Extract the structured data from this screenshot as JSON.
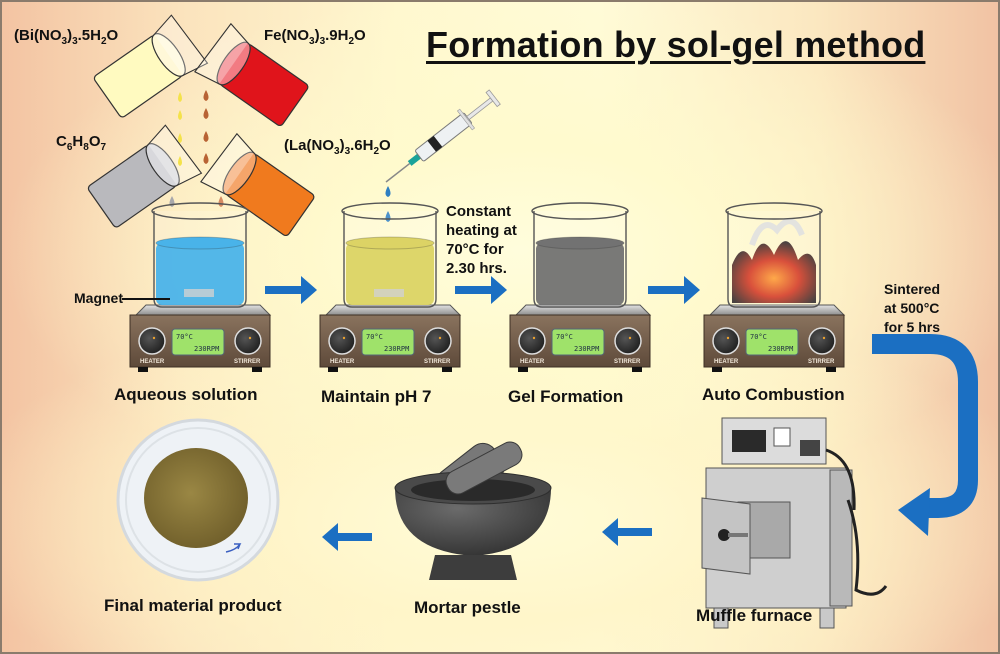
{
  "title": "Formation by sol-gel method",
  "reagents": [
    {
      "name": "bismuth-nitrate",
      "label": "(Bi(NO3)3.5H2O",
      "color": "#fffbc4"
    },
    {
      "name": "iron-nitrate",
      "label": "Fe(NO3)3.9H2O",
      "color": "#e0141b"
    },
    {
      "name": "citric-acid",
      "label": "C6H8O7",
      "color": "#b9b9bd"
    },
    {
      "name": "lanthanum-nitrate",
      "label": "(La(NO3)3.6H2O",
      "color": "#f07a1e"
    }
  ],
  "steps": [
    {
      "id": "aqueous",
      "label": "Aqueous solution",
      "liquid_color": "#2aa6e6"
    },
    {
      "id": "ph",
      "label": "Maintain pH 7",
      "liquid_color": "#d6cc4a"
    },
    {
      "id": "gel",
      "label": "Gel Formation",
      "liquid_color": "#5a5a5a"
    },
    {
      "id": "combustion",
      "label": "Auto Combustion",
      "liquid_color": "#c8391a"
    },
    {
      "id": "furnace",
      "label": "Muffle furnace"
    },
    {
      "id": "mortar",
      "label": "Mortar pestle"
    },
    {
      "id": "final",
      "label": "Final material product"
    }
  ],
  "annotations": {
    "magnet": "Magnet",
    "heating": [
      "Constant",
      "heating at",
      "70°C for",
      "2.30 hrs."
    ],
    "sintered": [
      "Sintered",
      "at 500°C",
      "for 5 hrs"
    ]
  },
  "hotplate": {
    "temp": "70°C",
    "rpm": "230RPM",
    "heater_label": "HEATER",
    "stirrer_label": "STIRRER"
  },
  "colors": {
    "arrow": "#1b6fc2",
    "hotplate_body": "#7a6450",
    "lcd": "#9fe26a",
    "powder": "#8a7a3a"
  }
}
